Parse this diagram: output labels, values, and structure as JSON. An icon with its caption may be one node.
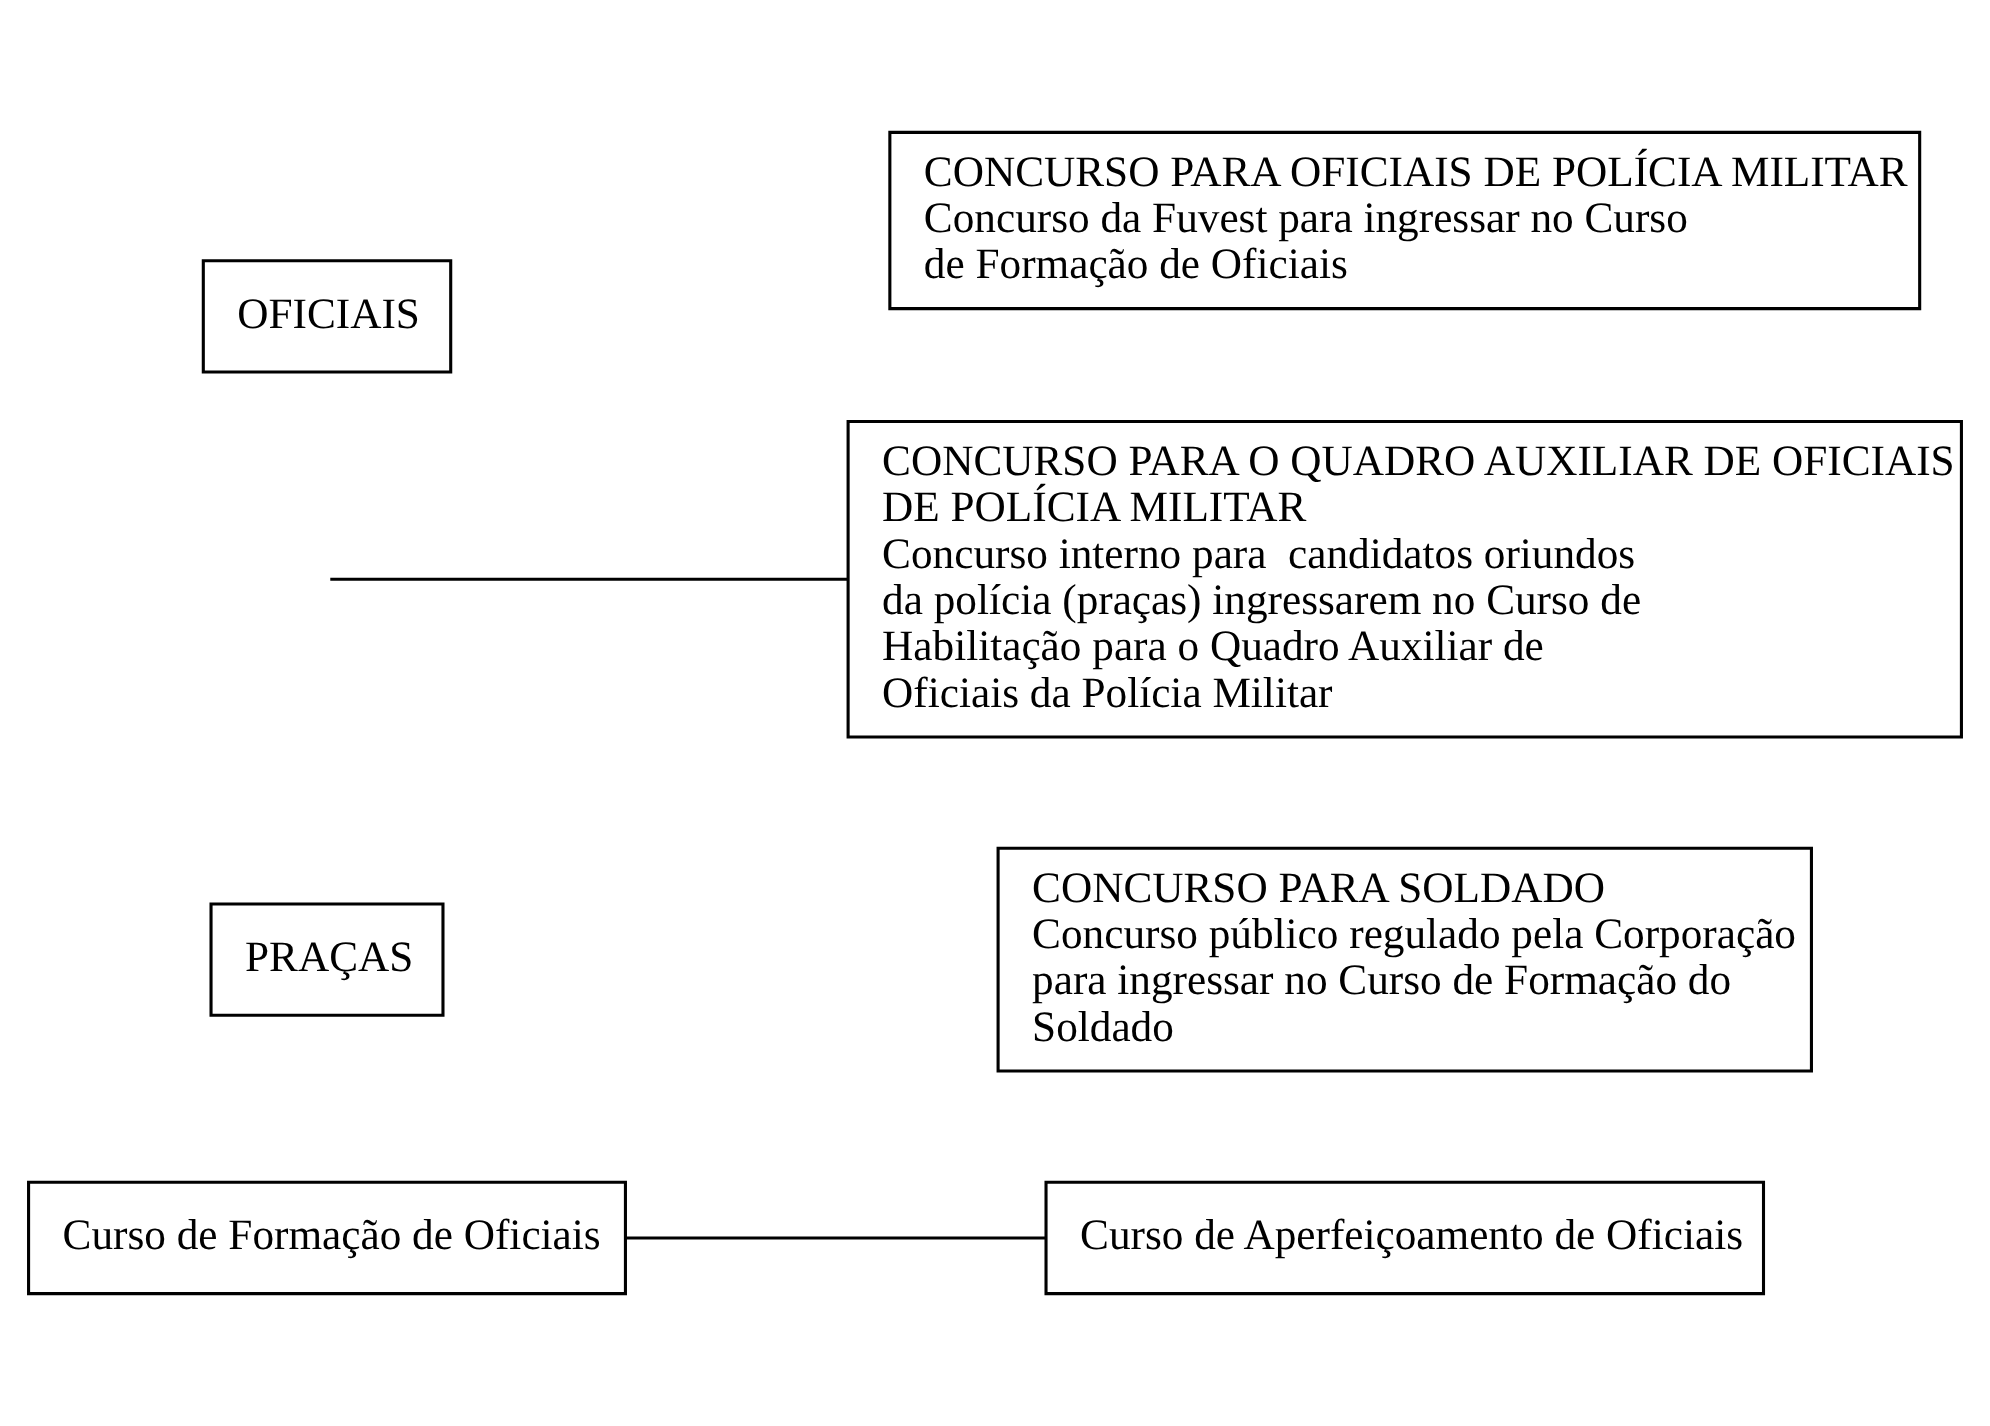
{
  "diagram": {
    "nodes": [
      {
        "text": [
          "Curso de Formação de Oficiais"
        ]
      },
      {
        "text": [
          "PRAÇAS"
        ]
      },
      {
        "text": [
          "CONCURSO PARA SOLDADO",
          "Concurso público regulado pela Corporação para ingressar no Curso de Formação do Soldado"
        ]
      },
      {
        "text": [
          "Curso de Aperfeiçoamento de Oficiais"
        ]
      },
      {
        "text": [
          "OFICIAIS"
        ]
      },
      {
        "text": [
          "CONCURSO PARA OFICIAIS DE POLÍCIA MILITAR",
          "Concurso da Fuvest para ingressar no Curso de Formação de Oficiais"
        ]
      },
      {
        "text": [
          "CONCURSO PARA O QUADRO AUXILIAR DE OFICIAIS DE POLÍCIA MILITAR",
          "Concurso interno para  candidatos oriundos da polícia (praças) ingressarem no Curso de Habilitação para o Quadro Auxiliar de Oficiais da Polícia Militar"
        ]
      }
    ],
    "edges": [
      {
        "from": 0,
        "to": 3,
        "arrow": "none"
      },
      {
        "from": null,
        "to": 6,
        "arrow": "none"
      }
    ]
  }
}
